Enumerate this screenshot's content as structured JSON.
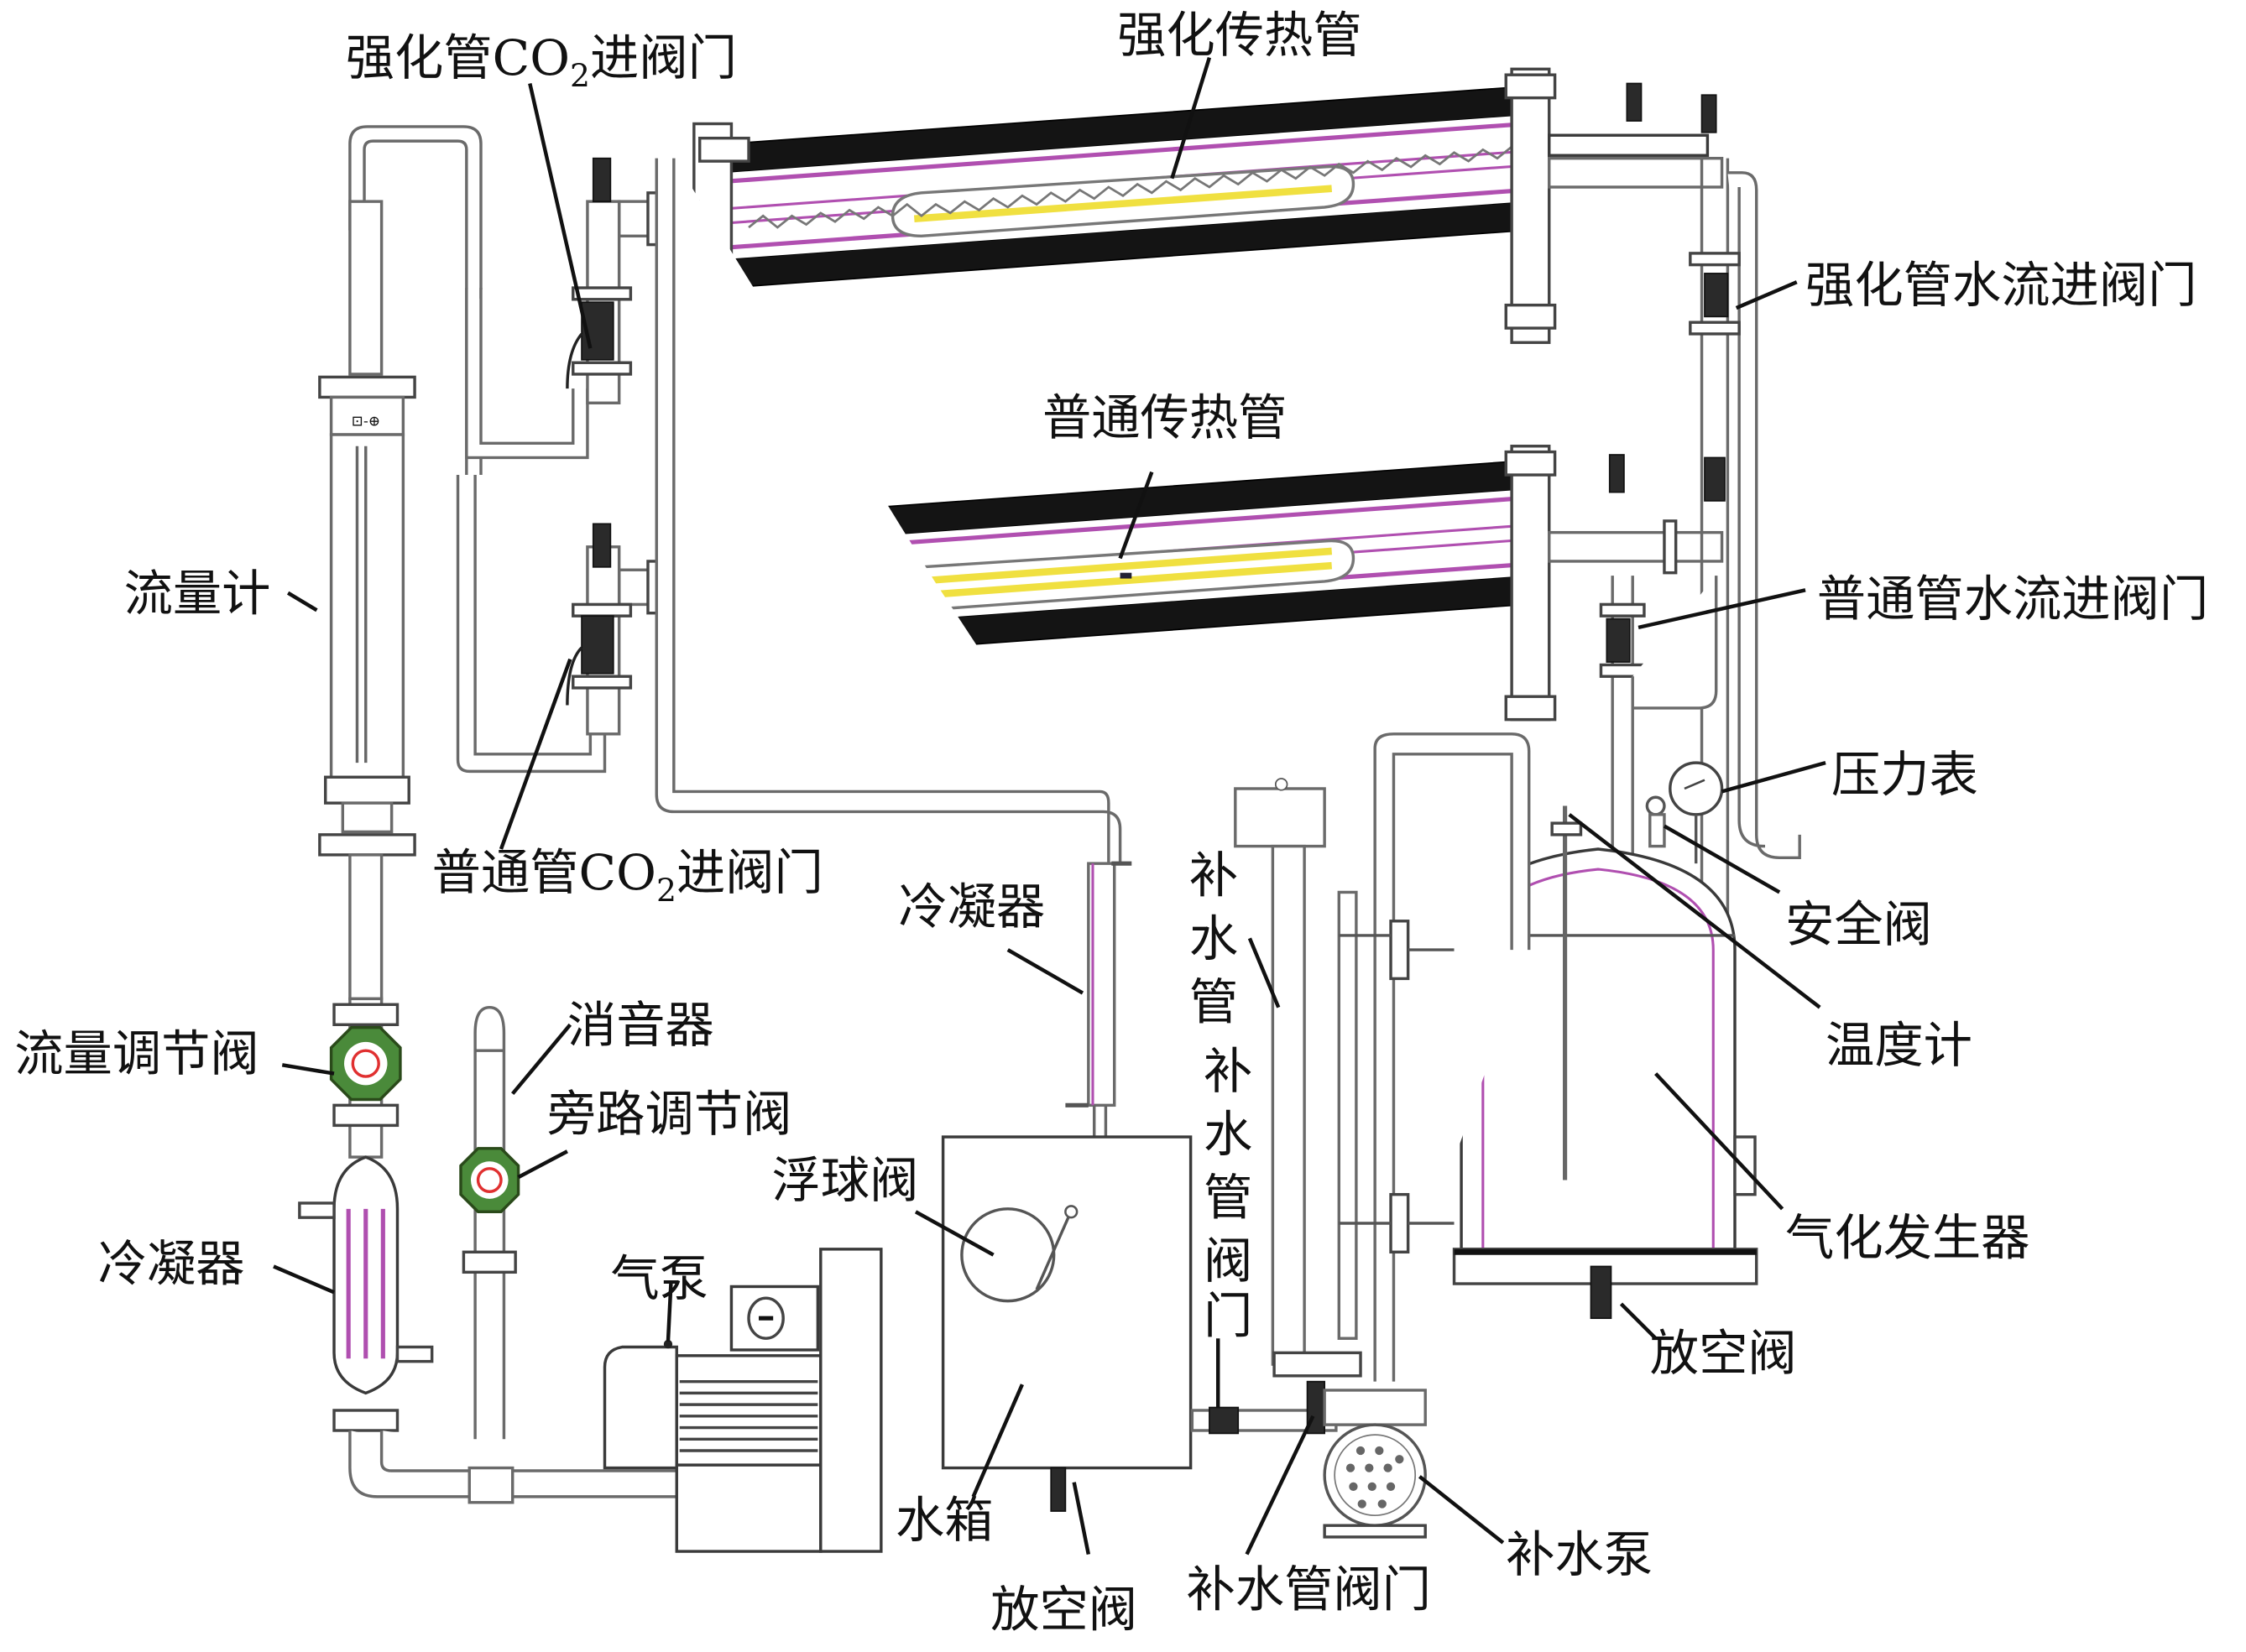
{
  "figure": {
    "title": "CO2 heat pipe experimental apparatus schematic"
  },
  "labels": {
    "enhanced_co2_inlet_valve": {
      "pre": "强化管CO",
      "sub": "2",
      "post": "进阀门"
    },
    "enhanced_heat_tube": "强化传热管",
    "enhanced_water_inlet_valve": "强化管水流进阀门",
    "normal_heat_tube": "普通传热管",
    "flowmeter": "流量计",
    "normal_water_inlet_valve": "普通管水流进阀门",
    "normal_co2_inlet_valve": {
      "pre": "普通管CO",
      "sub": "2",
      "post": "进阀门"
    },
    "pressure_gauge": "压力表",
    "safety_valve": "安全阀",
    "condenser_top": "冷凝器",
    "makeup_pipe": [
      "补",
      "水",
      "管"
    ],
    "thermometer": "温度计",
    "flow_regulating_valve": "流量调节阀",
    "muffler": "消音器",
    "bypass_regulating_valve": "旁路调节阀",
    "float_valve": "浮球阀",
    "makeup_pipe_valve_vertical": [
      "补",
      "水",
      "管",
      "阀",
      "门"
    ],
    "gasifier": "气化发生器",
    "condenser_left": "冷凝器",
    "air_pump": "气泵",
    "vent_valve_right": "放空阀",
    "water_tank": "水箱",
    "vent_valve_bottom": "放空阀",
    "makeup_pipe_valve": "补水管阀门",
    "makeup_pump": "补水泵"
  },
  "colors": {
    "insulation": "#141414",
    "inner_tube": "#b04fb0",
    "heating_element": "#f0e040",
    "valve_red": "#e03030",
    "valve_green": "#4a8a3a",
    "green_fitting": "#6cc040"
  }
}
